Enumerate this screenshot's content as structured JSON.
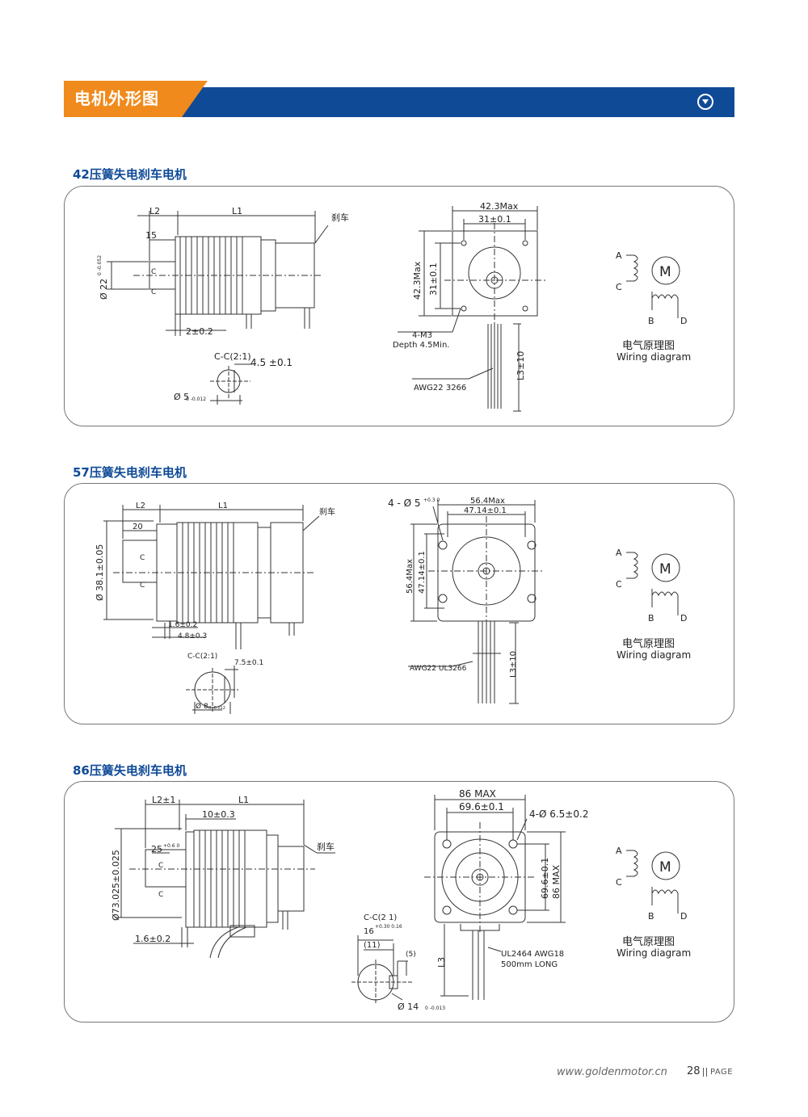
{
  "header": {
    "title": "电机外形图",
    "expand_icon": "chevron-down-circle-icon"
  },
  "sections": [
    {
      "title": "42压簧失电刹车电机",
      "side": {
        "L2": "L2",
        "L1": "L1",
        "dim15": "15",
        "brake": "刹车",
        "dia": "Ø 22",
        "dia_tol": "0 -0.052",
        "gap": "2±0.2",
        "c1": "C",
        "c2": "C"
      },
      "section": {
        "label": "C-C(2:1)",
        "flat": "4.5 ±0.1",
        "dia": "Ø 5",
        "tol": "0 -0.012"
      },
      "front": {
        "max": "42.3Max",
        "pitch": "31±0.1",
        "vmax": "42.3Max",
        "vpitch": "31±0.1",
        "holes": "4-M3",
        "depth": "Depth 4.5Min.",
        "awg": "AWG22 3266",
        "l3": "L3±10"
      },
      "wiring": {
        "a": "A",
        "c": "C",
        "b": "B",
        "d": "D",
        "m": "M",
        "cn": "电气原理图",
        "en": "Wiring diagram"
      }
    },
    {
      "title": "57压簧失电刹车电机",
      "side": {
        "L2": "L2",
        "L1": "L1",
        "dim20": "20",
        "brake": "刹车",
        "dia": "Ø 38.1±0.05",
        "gap1": "1.6±0.2",
        "gap2": "4.8±0.3",
        "c1": "C",
        "c2": "C"
      },
      "section": {
        "label": "C-C(2:1)",
        "flat": "7.5±0.1",
        "dia": "Ø 8",
        "tol": "0 -0.012"
      },
      "front": {
        "holes": "4 - Ø 5",
        "holes_tol": "+0.3 0",
        "max": "56.4Max",
        "pitch": "47.14±0.1",
        "vmax": "56.4Max",
        "vpitch": "47.14±0.1",
        "awg": "AWG22 UL3266",
        "l3": "L3±10"
      },
      "wiring": {
        "a": "A",
        "c": "C",
        "b": "B",
        "d": "D",
        "m": "M",
        "cn": "电气原理图",
        "en": "Wiring diagram"
      }
    },
    {
      "title": "86压簧失电刹车电机",
      "side": {
        "L2": "L2±1",
        "L1": "L1",
        "dim10": "10±0.3",
        "dim25": "25",
        "dim25_tol": "+0.6 0",
        "brake": "刹车",
        "dia": "Ø73.025±0.025",
        "gap": "1.6±0.2",
        "c1": "C",
        "c2": "C"
      },
      "section": {
        "label": "C-C(2   1)",
        "d16": "16",
        "d16_tol": "+0.30 0.16",
        "d11": "(11)",
        "d5": "(5)",
        "dia": "Ø 14",
        "tol": "0 -0.013"
      },
      "front": {
        "max": "86 MAX",
        "pitch": "69.6±0.1",
        "holes": "4-Ø 6.5±0.2",
        "vpitch": "69.6±0.1",
        "vmax": "86 MAX",
        "l3": "L3",
        "cable1": "UL2464 AWG18",
        "cable2": "500mm LONG"
      },
      "wiring": {
        "a": "A",
        "c": "C",
        "b": "B",
        "d": "D",
        "m": "M",
        "cn": "电气原理图",
        "en": "Wiring diagram"
      }
    }
  ],
  "footer": {
    "url": "www.goldenmotor.cn",
    "page_num": "28",
    "page_label": "PAGE"
  }
}
